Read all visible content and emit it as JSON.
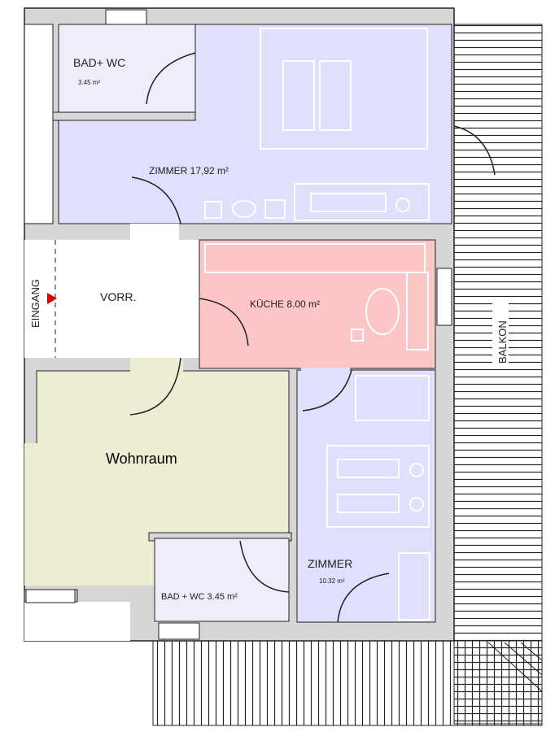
{
  "rooms": {
    "bad_top": {
      "name": "BAD+ WC",
      "area": "3.45 m²"
    },
    "zimmer_top": {
      "label": "ZIMMER  17,92  m²"
    },
    "vorraum": {
      "name": "VORR."
    },
    "kueche": {
      "label": "KÜCHE  8.00 m²"
    },
    "wohnraum": {
      "name": "Wohnraum"
    },
    "bad_bottom": {
      "label": "BAD + WC  3.45 m²"
    },
    "zimmer_bottom": {
      "name": "ZIMMER",
      "area": "10.32 m²"
    },
    "eingang": {
      "name": "EINGANG"
    },
    "balkon": {
      "name": "BALKON"
    }
  },
  "colors": {
    "zimmer": "#e0e0fc",
    "bad": "#eeeefb",
    "kueche": "#fcc6c6",
    "wohnraum": "#eeecd2",
    "wall": "#d6d6d6"
  }
}
